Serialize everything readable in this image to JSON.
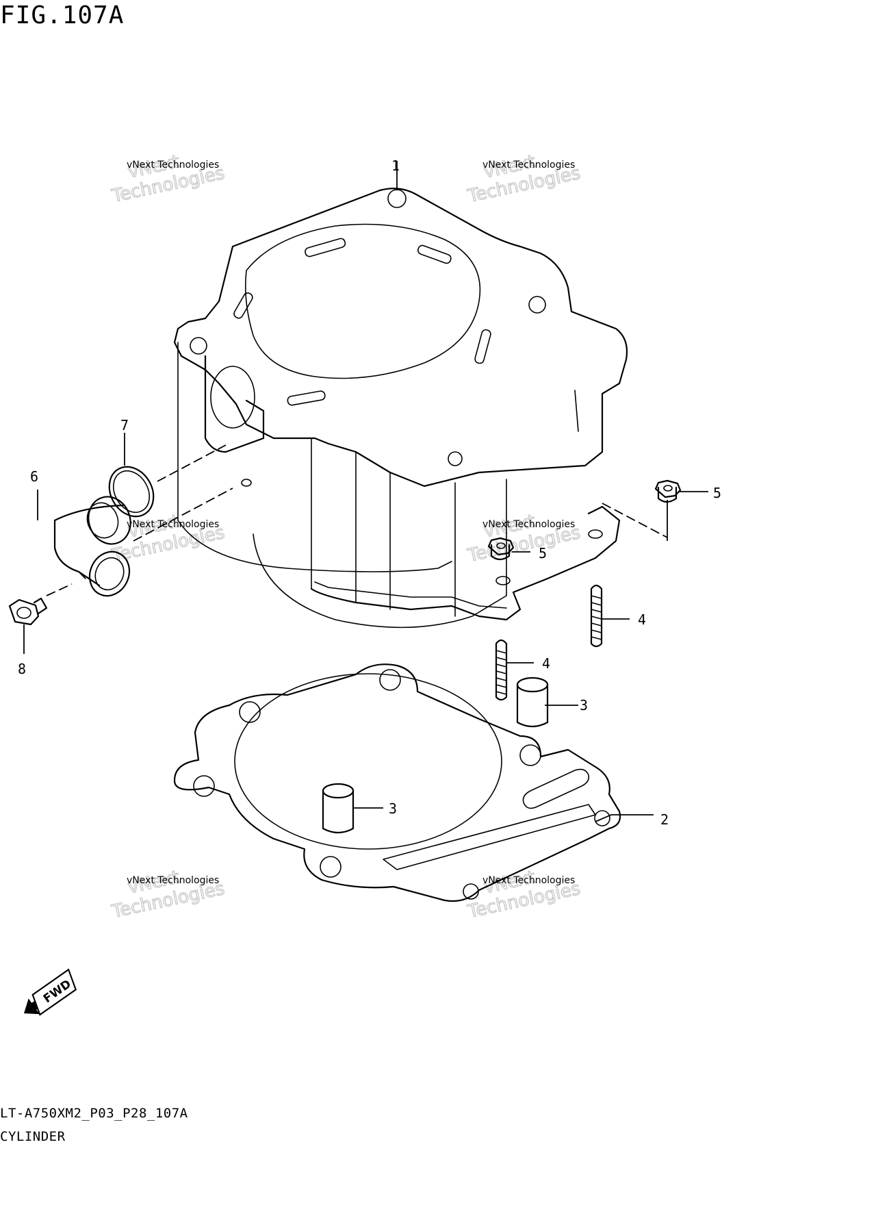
{
  "figure_title": "FIG.107A",
  "watermark": {
    "line1": "vNext Technologies",
    "big_line1": "vNext",
    "big_line2": "Technologies"
  },
  "callouts": {
    "c1": "1",
    "c2": "2",
    "c3a": "3",
    "c3b": "3",
    "c4a": "4",
    "c4b": "4",
    "c5a": "5",
    "c5b": "5",
    "c6": "6",
    "c7": "7",
    "c8": "8"
  },
  "fwd_label": "FWD",
  "footer": {
    "model_code": "LT-A750XM2_P03_P28_107A",
    "section_name": "CYLINDER"
  }
}
